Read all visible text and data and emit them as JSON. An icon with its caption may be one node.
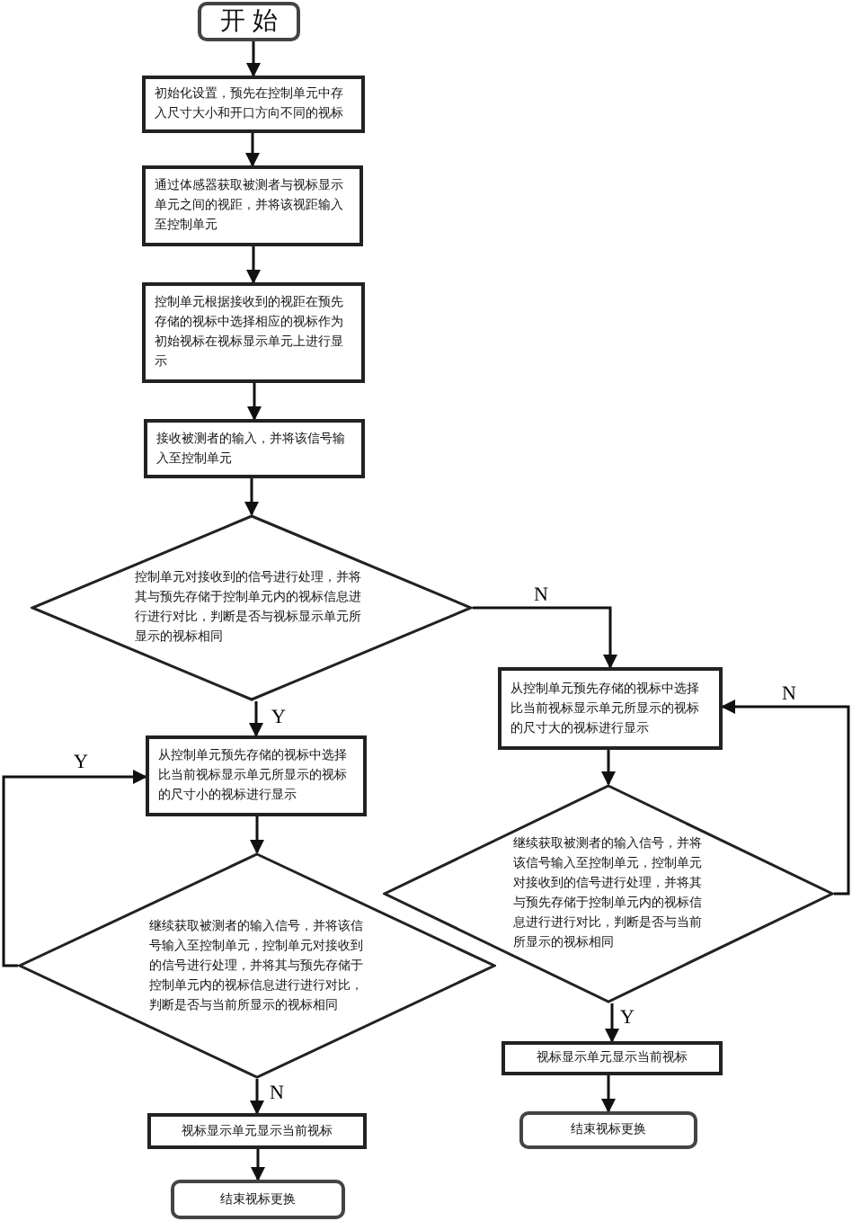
{
  "diagram": {
    "nodes": [
      {
        "text": [
          "开 始"
        ]
      },
      {
        "text": [
          "初始化设置，预先在控制单元中存入尺寸大小和开口方向不同的视标"
        ]
      },
      {
        "text": [
          "通过体感器获取被测者与视标显示单元之间的视距，并将该视距输入至控制单元"
        ]
      },
      {
        "text": [
          "控制单元根据接收到的视距在预先存储的视标中选择相应的视标作为初始视标在视标显示单元上进行显示"
        ]
      },
      {
        "text": [
          "接收被测者的输入，并将该信号输入至控制单元"
        ]
      },
      {
        "text": [
          "控制单元对接收到的信号进行处理，并将其与预先存储于控制单元内的视标信息进行进行对比，判断是否与视标显示单元所显示的视标相同"
        ]
      },
      {
        "text": [
          "从控制单元预先存储的视标中选择比当前视标显示单元所显示的视标的尺寸小的视标进行显示"
        ]
      },
      {
        "text": [
          "从控制单元预先存储的视标中选择比当前视标显示单元所显示的视标的尺寸大的视标进行显示"
        ]
      },
      {
        "text": [
          "继续获取被测者的输入信号，并将该信号输入至控制单元，控制单元对接收到的信号进行处理，并将其与预先存储于控制单元内的视标信息进行进行对比，判断是否与当前所显示的视标相同"
        ]
      },
      {
        "text": [
          "继续获取被测者的输入信号，并将该信号输入至控制单元，控制单元对接收到的信号进行处理，并将其与预先存储于控制单元内的视标信息进行进行对比，判断是否与当前所显示的视标相同"
        ]
      },
      {
        "text": [
          "视标显示单元显示当前视标"
        ]
      },
      {
        "text": [
          "结束视标更换"
        ]
      },
      {
        "text": [
          "视标显示单元显示当前视标"
        ]
      },
      {
        "text": [
          "结束视标更换"
        ]
      }
    ],
    "edges": [
      {
        "from": 0,
        "to": 1,
        "arrow": "to"
      },
      {
        "from": 1,
        "to": 2,
        "arrow": "to"
      },
      {
        "from": 2,
        "to": 3,
        "arrow": "to"
      },
      {
        "from": 3,
        "to": 4,
        "arrow": "to"
      },
      {
        "from": 4,
        "to": 5,
        "arrow": "to"
      },
      {
        "from": 5,
        "to": 6,
        "arrow": "to",
        "label": "Y"
      },
      {
        "from": 5,
        "to": 7,
        "arrow": "to",
        "label": "N"
      },
      {
        "from": 6,
        "to": 8,
        "arrow": "to"
      },
      {
        "from": 8,
        "to": 6,
        "arrow": "to",
        "label": "Y"
      },
      {
        "from": 8,
        "to": 10,
        "arrow": "to",
        "label": "N"
      },
      {
        "from": 10,
        "to": 11,
        "arrow": "to"
      },
      {
        "from": 7,
        "to": 9,
        "arrow": "to"
      },
      {
        "from": 9,
        "to": 7,
        "arrow": "to",
        "label": "N"
      },
      {
        "from": 9,
        "to": 12,
        "arrow": "to",
        "label": "Y"
      },
      {
        "from": 12,
        "to": 13,
        "arrow": "to"
      }
    ]
  }
}
